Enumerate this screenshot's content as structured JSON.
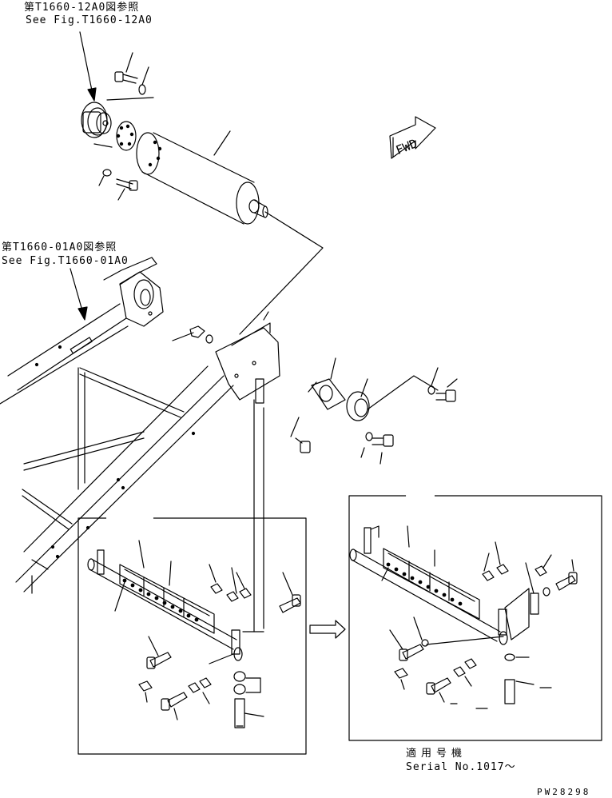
{
  "refs": [
    {
      "jp": "第T1660-12A0図参照",
      "en": "See Fig.T1660-12A0"
    },
    {
      "jp": "第T1660-01A0図参照",
      "en": "See Fig.T1660-01A0"
    }
  ],
  "direction_label": "FWD",
  "serial": {
    "jp": "適用号機",
    "en": "Serial No.1017～"
  },
  "drawing_code": "PW28298"
}
